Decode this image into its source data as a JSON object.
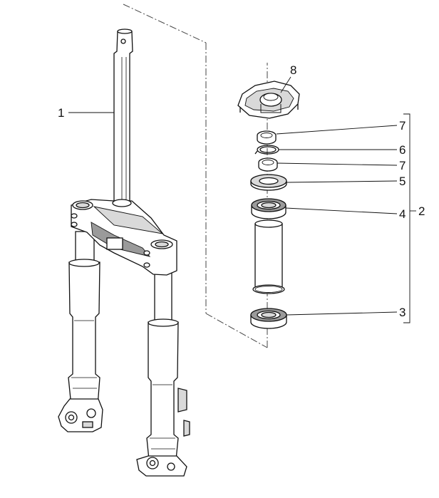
{
  "callouts": {
    "c1": "1",
    "c2": "2",
    "c3": "3",
    "c4": "4",
    "c5": "5",
    "c6": "6",
    "c7a": "7",
    "c7b": "7",
    "c8": "8"
  },
  "colors": {
    "line": "#111111",
    "part_fill": "#ffffff",
    "shade": "#d9d9d9",
    "dark_shade": "#9a9a9a"
  }
}
